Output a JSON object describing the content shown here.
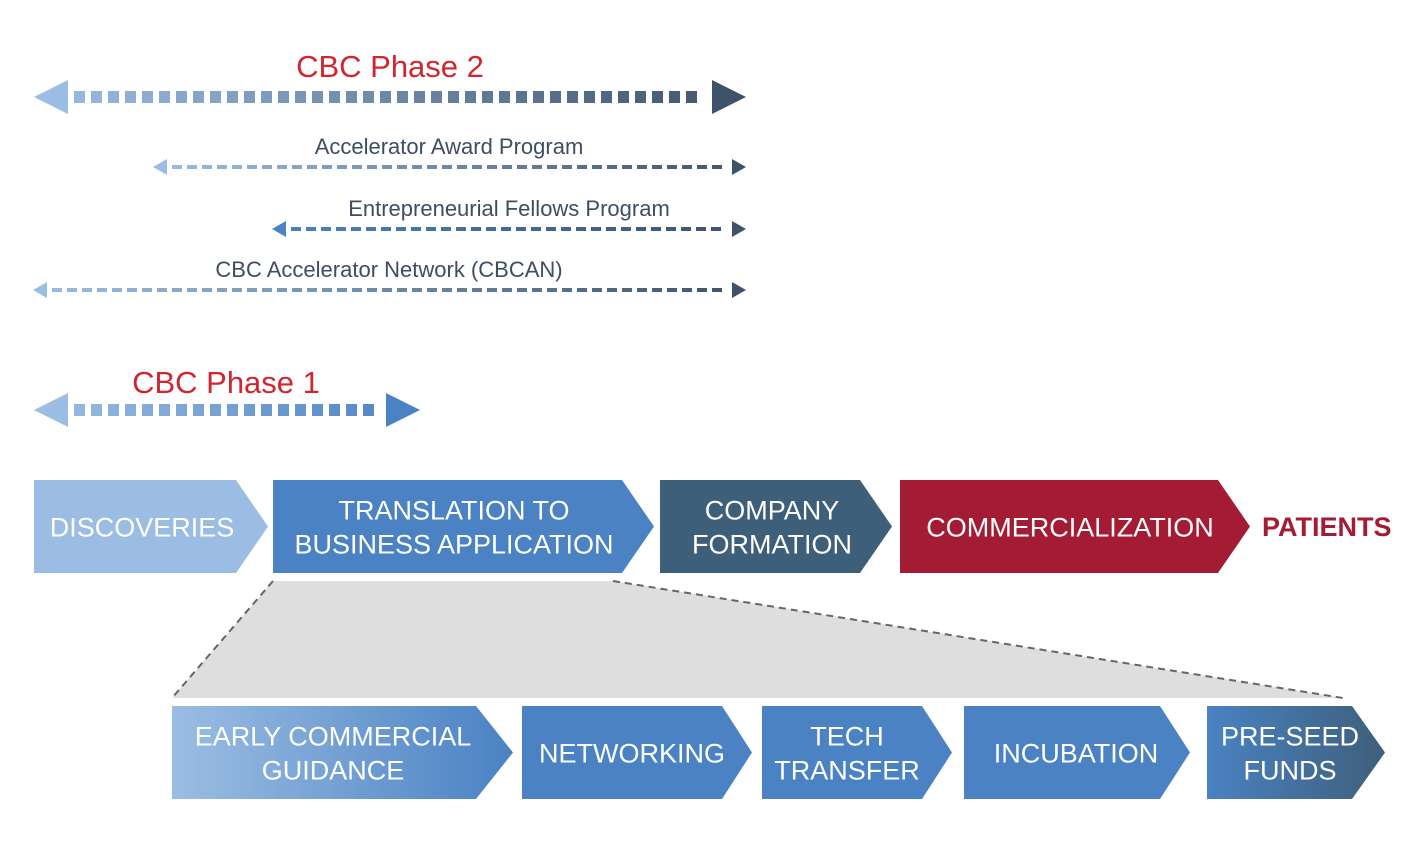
{
  "phases": [
    {
      "id": "phase2",
      "title": "CBC Phase 2",
      "color_start": "#9bbde3",
      "color_end": "#3e5269"
    },
    {
      "id": "phase1",
      "title": "CBC Phase 1",
      "color_start": "#9bbde3",
      "color_end": "#4a82c3"
    }
  ],
  "programs": [
    {
      "label": "Accelerator Award Program",
      "color_start": "#9bbde3",
      "color_end": "#3e5269"
    },
    {
      "label": "Entrepreneurial Fellows Program",
      "color_start": "#4a82c3",
      "color_end": "#3e5269"
    },
    {
      "label": "CBC Accelerator Network (CBCAN)",
      "color_start": "#9bbde3",
      "color_end": "#3e5269"
    }
  ],
  "pipeline": {
    "steps": [
      {
        "lines": [
          "DISCOVERIES"
        ],
        "color": "#9bbde3"
      },
      {
        "lines": [
          "TRANSLATION TO",
          "BUSINESS APPLICATION"
        ],
        "color": "#4a82c3"
      },
      {
        "lines": [
          "COMPANY",
          "FORMATION"
        ],
        "color": "#3e5f7a"
      },
      {
        "lines": [
          "COMMERCIALIZATION"
        ],
        "color": "#a31c34"
      }
    ],
    "end_label": "PATIENTS",
    "end_color": "#a31c34"
  },
  "sub_steps": [
    {
      "lines": [
        "EARLY COMMERCIAL",
        "GUIDANCE"
      ],
      "color_start": "#9bbde3",
      "color_end": "#4a82c3"
    },
    {
      "lines": [
        "NETWORKING"
      ],
      "color_start": "#4a82c3",
      "color_end": "#4a82c3"
    },
    {
      "lines": [
        "TECH",
        "TRANSFER"
      ],
      "color_start": "#4a82c3",
      "color_end": "#4a82c3"
    },
    {
      "lines": [
        "INCUBATION"
      ],
      "color_start": "#4a82c3",
      "color_end": "#4a82c3"
    },
    {
      "lines": [
        "PRE-SEED",
        "FUNDS"
      ],
      "color_start": "#4a82c3",
      "color_end": "#3e5f7a"
    }
  ],
  "zoom_panel_color": "#dedede"
}
